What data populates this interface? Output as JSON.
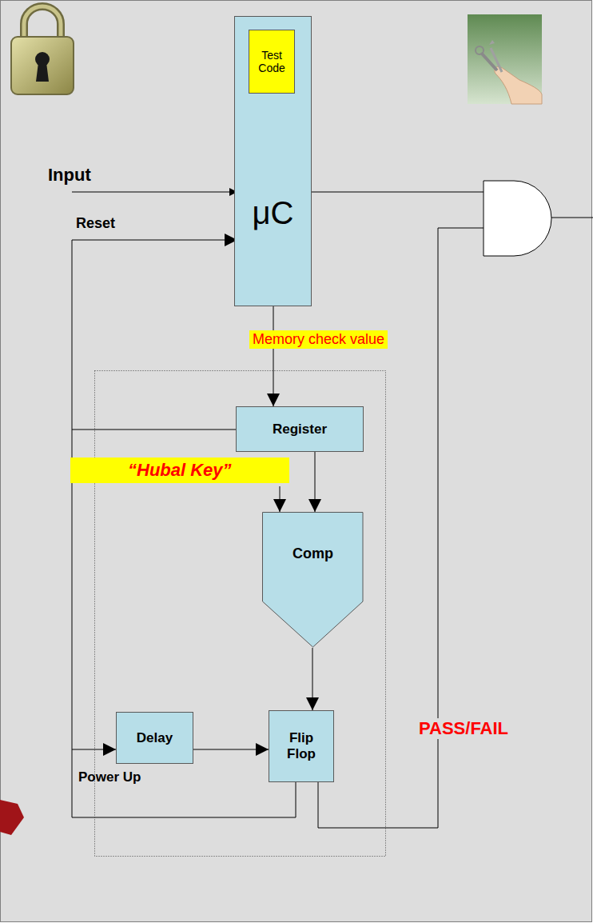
{
  "diagram": {
    "nodes": [
      {
        "text": [
          "μC"
        ]
      },
      {
        "text": [
          "Test Code"
        ],
        "in": 0
      },
      {
        "text": [
          "Register"
        ]
      },
      {
        "text": [
          "Comp"
        ]
      },
      {
        "text": [
          "Delay"
        ]
      },
      {
        "text": [
          "Flip Flop"
        ]
      }
    ],
    "edges": [
      {
        "from": 0,
        "to": 2,
        "arrow": "to",
        "label": "Memory check value"
      },
      {
        "from": 2,
        "to": 3,
        "arrow": "to"
      },
      {
        "from": 3,
        "to": 5,
        "arrow": "to"
      },
      {
        "from": 4,
        "to": 5,
        "arrow": "to"
      }
    ],
    "labels": [
      "Input",
      "Reset",
      "“Hubal Key”",
      "PASS/FAIL",
      "Power Up"
    ]
  }
}
